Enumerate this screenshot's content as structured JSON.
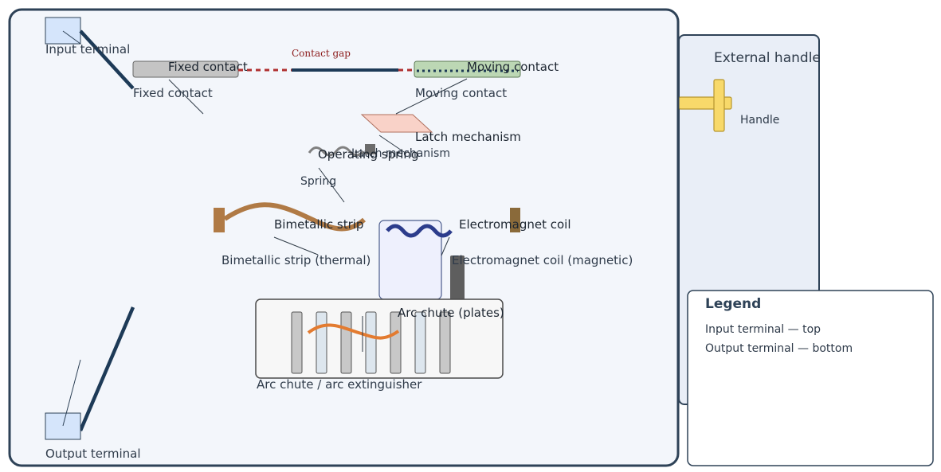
{
  "labels": {
    "input_terminal": "Input terminal",
    "output_terminal": "Output terminal",
    "fixed_contact": "Fixed contact",
    "fixed_contact_callout": "Fixed contact",
    "moving_contact": "Moving contact",
    "moving_contact_callout": "Moving contact",
    "contact_gap": "Contact gap",
    "latch_mechanism": "Latch mechanism",
    "latch_mechanism_callout": "Latch mechanism",
    "operating_spring": "Operating spring",
    "spring_callout": "Spring",
    "bimetallic_strip": "Bimetallic strip",
    "bimetallic_strip_callout": "Bimetallic strip (thermal)",
    "electromagnet_coil": "Electromagnet coil",
    "electromagnet_coil_callout": "Electromagnet coil (magnetic)",
    "arc_chute": "Arc chute (plates)",
    "arc_chute_callout": "Arc chute / arc extinguisher",
    "external_handle": "External handle",
    "handle": "Handle"
  },
  "legend": {
    "title": "Legend",
    "items": [
      "Input terminal — top",
      "Output terminal — bottom"
    ]
  },
  "colors": {
    "housing_fill": "#f3f6fb",
    "housing_stroke": "#2e4257",
    "conductor": "#1d3a57",
    "moving_contact_fill": "#bcd7b4",
    "latch_fill": "#f9d2c8",
    "bimetal": "#b07a45",
    "coil": "#2c3c8c",
    "arc": "#e37b30",
    "handle": "#f8d96a",
    "gap_text": "#8b1a1a"
  }
}
